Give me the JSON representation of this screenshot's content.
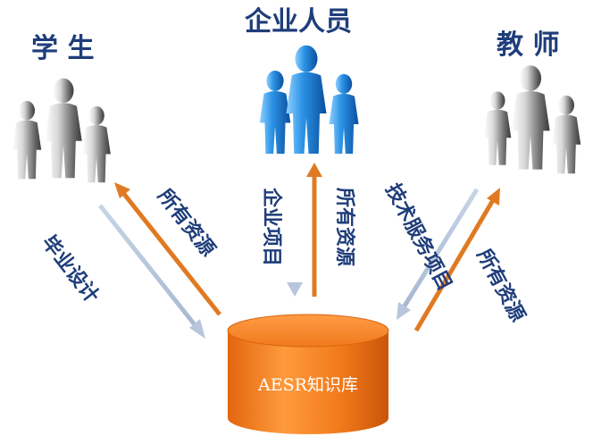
{
  "groups": {
    "students": "学 生",
    "enterprise": "企业人员",
    "teachers": "教 师"
  },
  "flows": {
    "graduation_design": "毕业设计",
    "all_resources_students": "所有资源",
    "enterprise_projects": "企业项目",
    "all_resources_enterprise": "所有资源",
    "tech_service_projects": "技术服务项目",
    "all_resources_teachers": "所有资源"
  },
  "database": {
    "label": "AESR知识库"
  },
  "colors": {
    "title_text": "#1f3d7a",
    "upload_arrow": "#b7c6dc",
    "download_arrow": "#e07a22",
    "database_fill": "#f07a1c",
    "blue_people": "#1e7fd0",
    "gray_people": "#9a9a9a"
  },
  "icons": [
    "people-group-gray-icon",
    "people-group-blue-icon",
    "database-cylinder-icon"
  ]
}
